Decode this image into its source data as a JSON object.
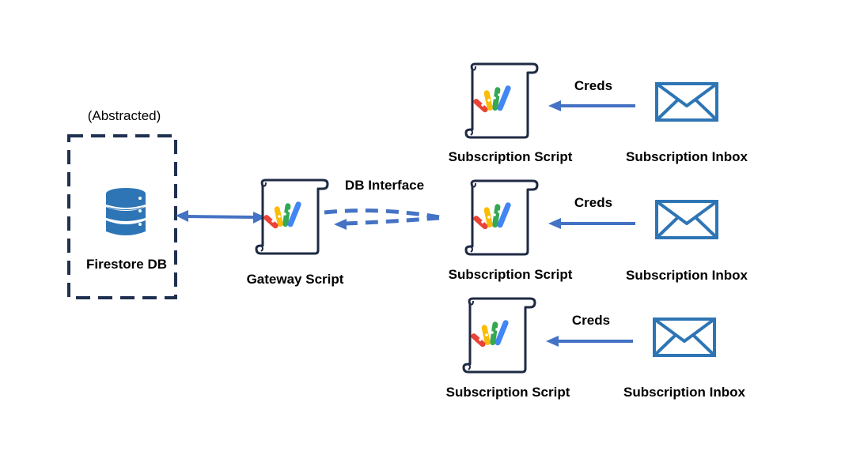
{
  "colors": {
    "arrow": "#4472c4",
    "envelope": "#2e75b6",
    "db": "#2e75b6",
    "dashed_box": "#1f3050",
    "scroll_stroke": "#1f2a44",
    "logo_green": "#34a853",
    "logo_yellow": "#fbbc04",
    "logo_blue": "#4285f4",
    "logo_red": "#ea4335"
  },
  "db": {
    "abstracted_label": "(Abstracted)",
    "label": "Firestore DB",
    "icon": "database-icon"
  },
  "gateway": {
    "label": "Gateway Script",
    "icon": "apps-script-scroll-icon"
  },
  "db_interface": {
    "label": "DB Interface"
  },
  "subscriptions": [
    {
      "script_label": "Subscription Script",
      "inbox_label": "Subscription Inbox",
      "creds_label": "Creds"
    },
    {
      "script_label": "Subscription Script",
      "inbox_label": "Subscription Inbox",
      "creds_label": "Creds"
    },
    {
      "script_label": "Subscription Script",
      "inbox_label": "Subscription Inbox",
      "creds_label": "Creds"
    }
  ]
}
